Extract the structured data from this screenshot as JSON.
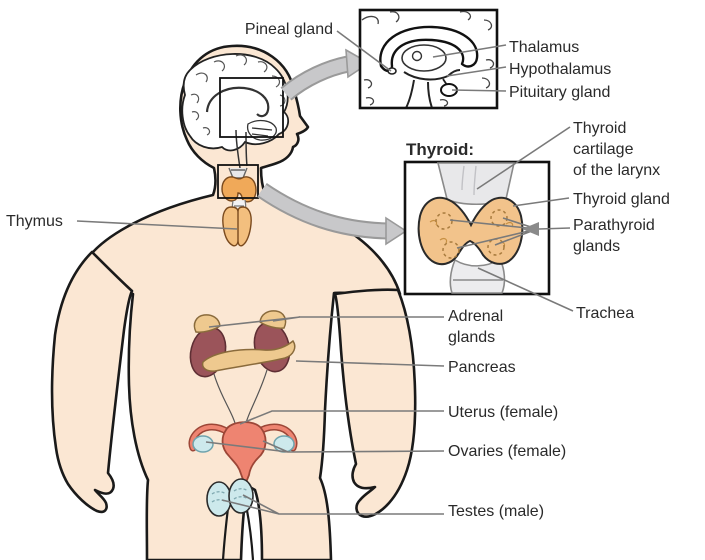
{
  "figure": {
    "heading": "Thyroid:",
    "labels": {
      "pineal": "Pineal gland",
      "thalamus": "Thalamus",
      "hypothalamus": "Hypothalamus",
      "pituitary": "Pituitary gland",
      "thymus": "Thymus",
      "thyroid_cartilage": "Thyroid\ncartilage\nof the larynx",
      "thyroid_gland": "Thyroid gland",
      "parathyroid": "Parathyroid\nglands",
      "trachea": "Trachea",
      "adrenal": "Adrenal\nglands",
      "pancreas": "Pancreas",
      "uterus": "Uterus (female)",
      "ovaries": "Ovaries (female)",
      "testes": "Testes (male)"
    },
    "colors": {
      "skin": "#fbe7d3",
      "outline": "#1a1a1a",
      "organ_tan": "#f0c289",
      "organ_tan_dark": "#8a6b3c",
      "kidney": "#9b545a",
      "uterus": "#ee8471",
      "ovary": "#cde9ec",
      "cartilage": "#e8e8ea",
      "arrow_fill": "#c8c8ca",
      "arrow_edge": "#9a9a9a",
      "leader": "#7a7a7a",
      "text": "#2a2a2a"
    }
  }
}
